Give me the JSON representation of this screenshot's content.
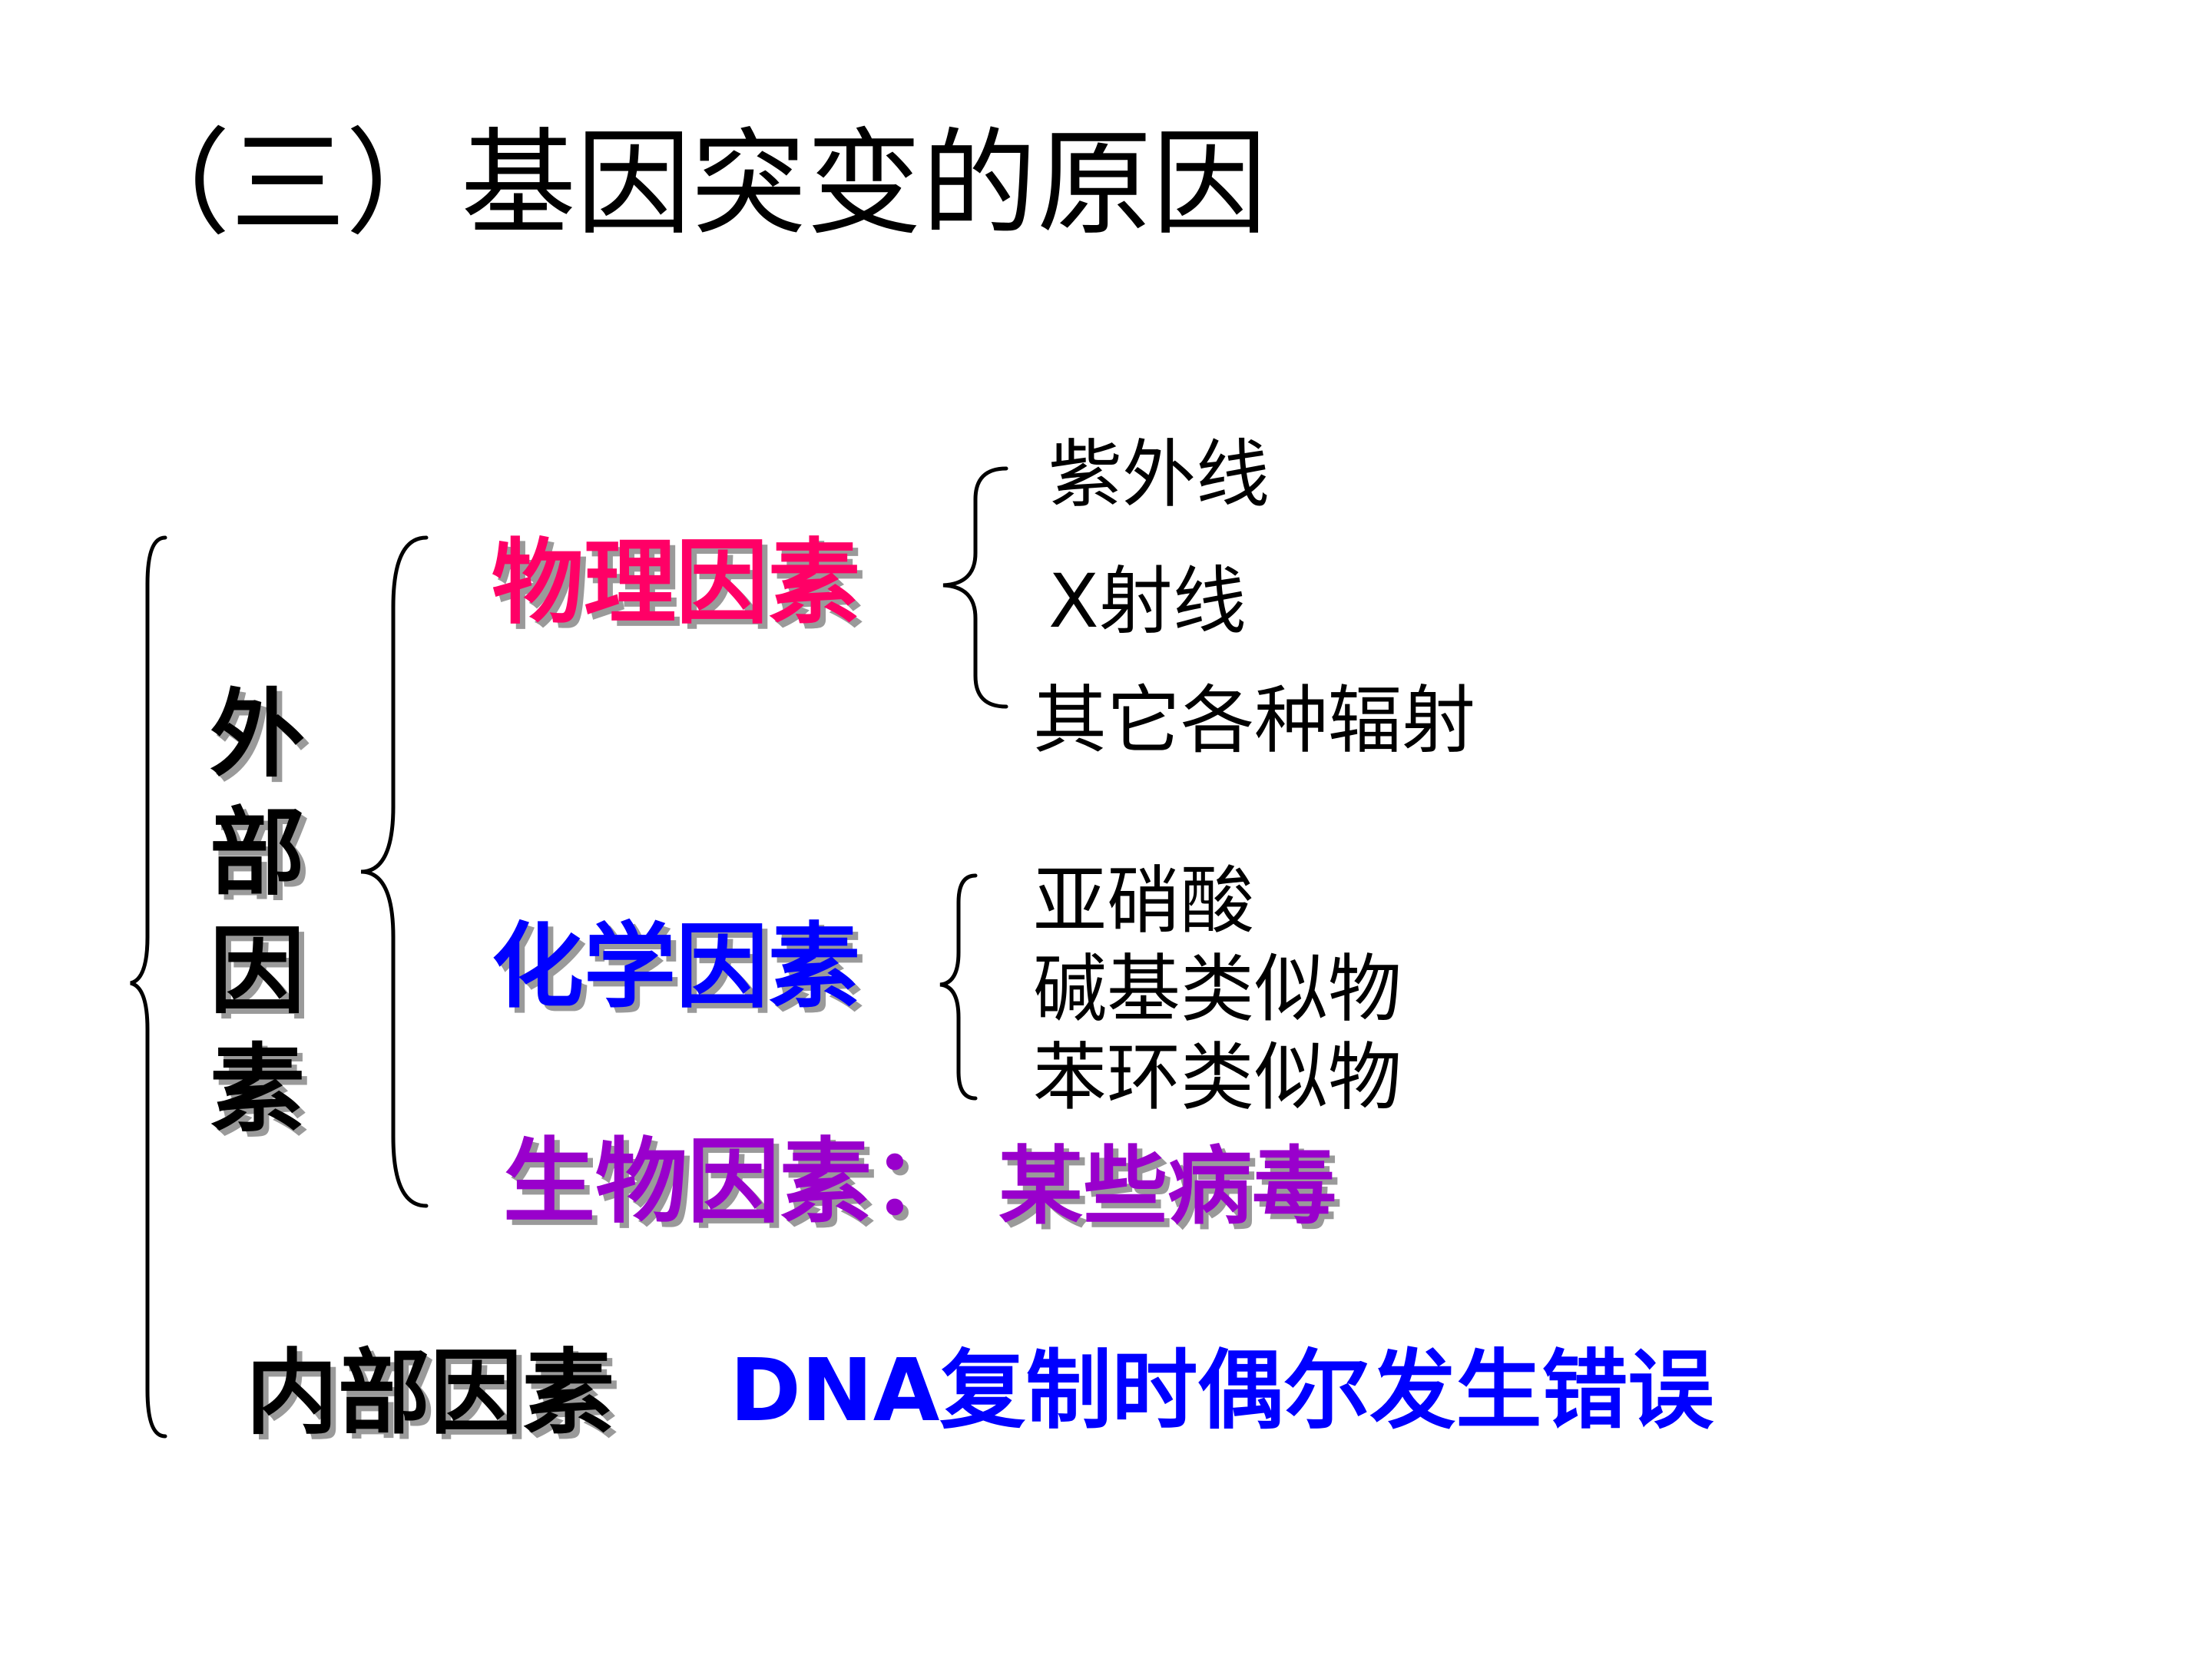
{
  "title": "（三）基因突变的原因",
  "external": {
    "label_chars": [
      "外",
      "部",
      "因",
      "素"
    ]
  },
  "physical": {
    "label": "物理因素",
    "items": [
      "紫外线",
      "X射线",
      "其它各种辐射"
    ]
  },
  "chemical": {
    "label": "化学因素",
    "items": [
      "亚硝酸",
      "碱基类似物",
      "苯环类似物"
    ]
  },
  "biological": {
    "label": "生物因素：",
    "detail": "某些病毒"
  },
  "internal": {
    "label": "内部因素",
    "detail": "DNA复制时偶尔发生错误"
  },
  "colors": {
    "physical": "#ff0066",
    "chemical": "#0000ff",
    "biological": "#9900cc",
    "internal_detail": "#0000ff",
    "text": "#000000"
  }
}
